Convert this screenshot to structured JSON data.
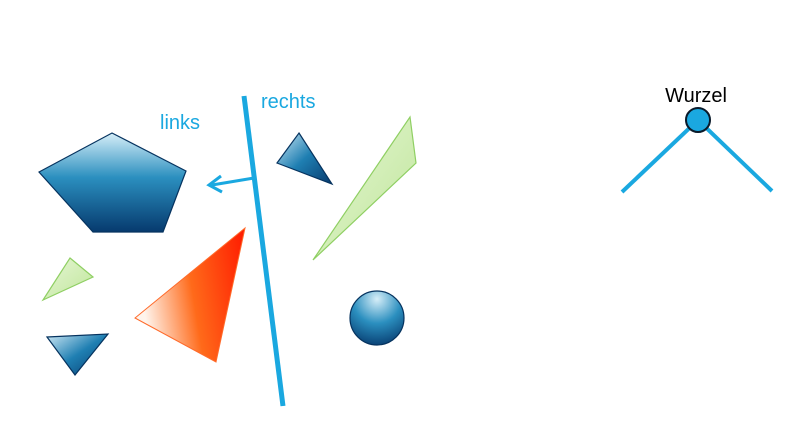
{
  "labels": {
    "left": "links",
    "right": "rechts",
    "root": "Wurzel"
  },
  "colors": {
    "accent_line": "#1aa8e0",
    "blue_dark": "#063a6e",
    "blue_light": "#cfe9f5",
    "green_fill": "#c8eaa5",
    "green_stroke": "#8fcf63",
    "red_dark": "#ff2a00",
    "red_light": "#fff0e8",
    "root_node_fill": "#1aa8e0"
  },
  "shapes": [
    {
      "name": "pentagon",
      "color": "blue"
    },
    {
      "name": "triangle",
      "color": "blue"
    },
    {
      "name": "triangle",
      "color": "blue"
    },
    {
      "name": "triangle",
      "color": "green"
    },
    {
      "name": "triangle",
      "color": "green"
    },
    {
      "name": "triangle",
      "color": "red"
    },
    {
      "name": "circle",
      "color": "blue"
    }
  ]
}
